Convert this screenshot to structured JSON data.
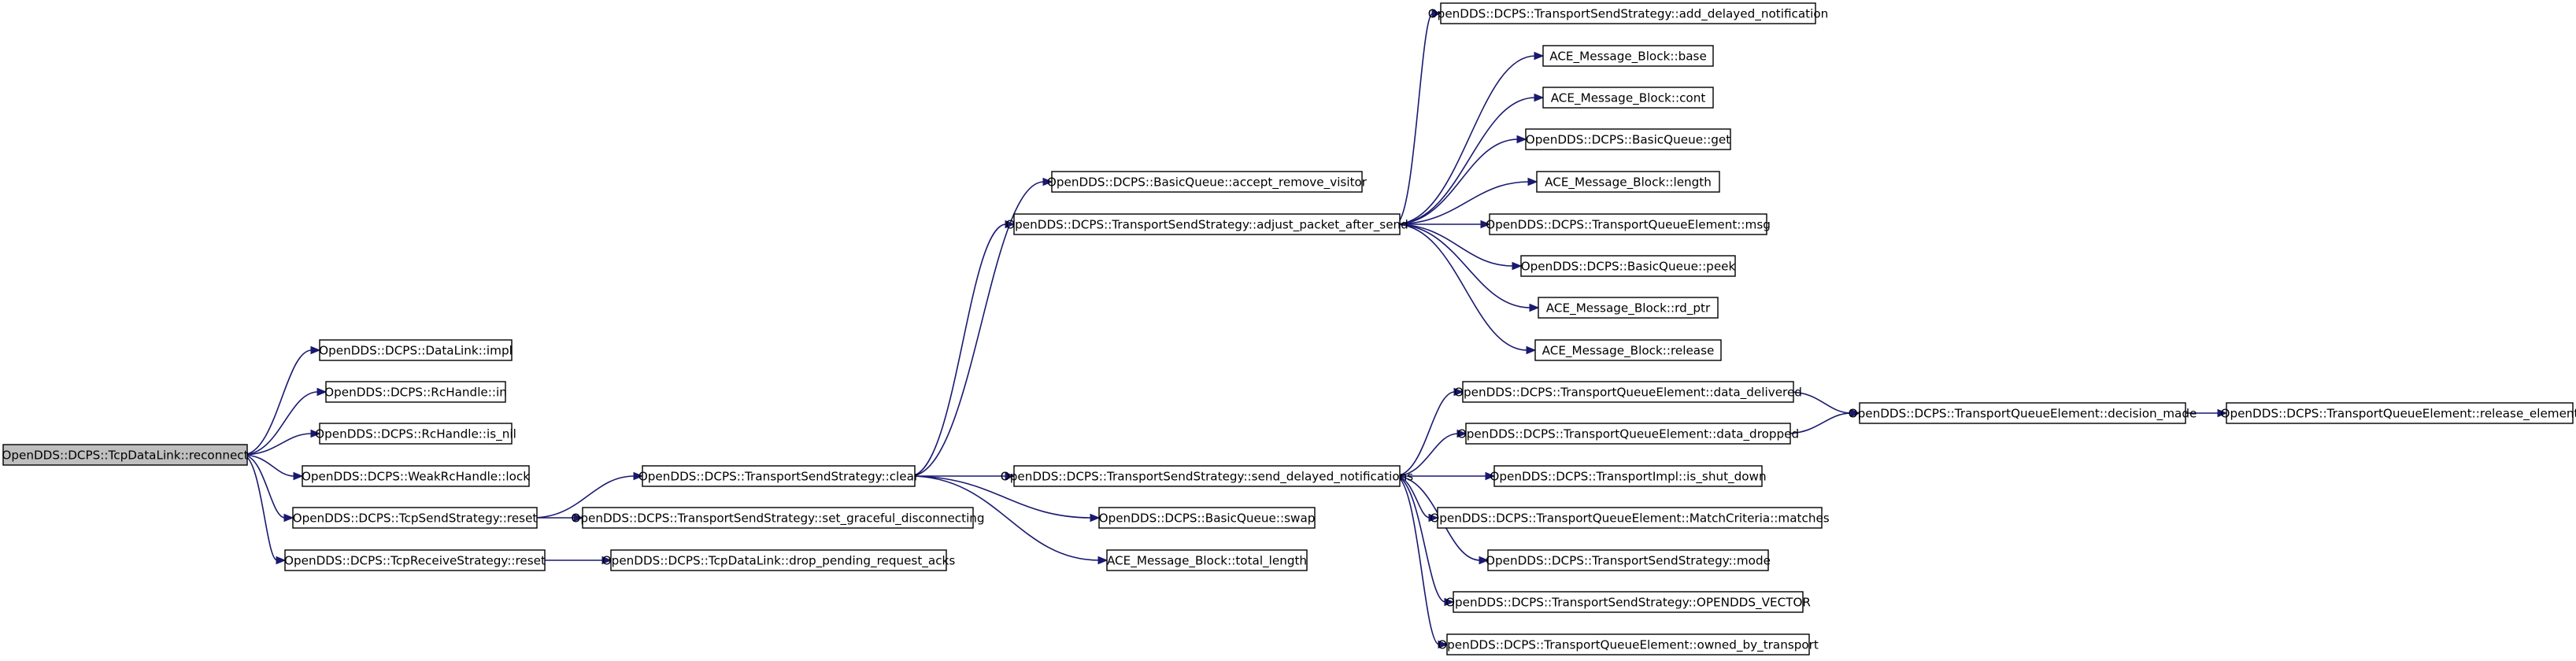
{
  "nodes": {
    "tcpdatalink_reconnect": {
      "label": "OpenDDS::DCPS::TcpDataLink::reconnect",
      "root": true
    },
    "datalink_impl": {
      "label": "OpenDDS::DCPS::DataLink::impl"
    },
    "rchandle_in": {
      "label": "OpenDDS::DCPS::RcHandle::in"
    },
    "rchandle_is_nil": {
      "label": "OpenDDS::DCPS::RcHandle::is_nil"
    },
    "weakrchandle_lock": {
      "label": "OpenDDS::DCPS::WeakRcHandle::lock"
    },
    "tcpsendstrategy_reset": {
      "label": "OpenDDS::DCPS::TcpSendStrategy::reset"
    },
    "tcpreceivestrategy_reset": {
      "label": "OpenDDS::DCPS::TcpReceiveStrategy::reset"
    },
    "transportsendstrategy_clear": {
      "label": "OpenDDS::DCPS::TransportSendStrategy::clear"
    },
    "set_graceful_disconnecting": {
      "label": "OpenDDS::DCPS::TransportSendStrategy::set_graceful_disconnecting"
    },
    "drop_pending_request_acks": {
      "label": "OpenDDS::DCPS::TcpDataLink::drop_pending_request_acks"
    },
    "accept_remove_visitor": {
      "label": "OpenDDS::DCPS::BasicQueue::accept_remove_visitor"
    },
    "adjust_packet_after_send": {
      "label": "OpenDDS::DCPS::TransportSendStrategy::adjust_packet_after_send"
    },
    "send_delayed_notifications": {
      "label": "OpenDDS::DCPS::TransportSendStrategy::send_delayed_notifications"
    },
    "basicqueue_swap": {
      "label": "OpenDDS::DCPS::BasicQueue::swap"
    },
    "total_length": {
      "label": "ACE_Message_Block::total_length"
    },
    "add_delayed_notification": {
      "label": "OpenDDS::DCPS::TransportSendStrategy::add_delayed_notification"
    },
    "mb_base": {
      "label": "ACE_Message_Block::base"
    },
    "mb_cont": {
      "label": "ACE_Message_Block::cont"
    },
    "basicqueue_get": {
      "label": "OpenDDS::DCPS::BasicQueue::get"
    },
    "mb_length": {
      "label": "ACE_Message_Block::length"
    },
    "tqe_msg": {
      "label": "OpenDDS::DCPS::TransportQueueElement::msg"
    },
    "basicqueue_peek": {
      "label": "OpenDDS::DCPS::BasicQueue::peek"
    },
    "mb_rd_ptr": {
      "label": "ACE_Message_Block::rd_ptr"
    },
    "mb_release": {
      "label": "ACE_Message_Block::release"
    },
    "data_delivered": {
      "label": "OpenDDS::DCPS::TransportQueueElement::data_delivered"
    },
    "data_dropped": {
      "label": "OpenDDS::DCPS::TransportQueueElement::data_dropped"
    },
    "is_shut_down": {
      "label": "OpenDDS::DCPS::TransportImpl::is_shut_down"
    },
    "matchcriteria_matches": {
      "label": "OpenDDS::DCPS::TransportQueueElement::MatchCriteria::matches"
    },
    "transportsendstrategy_mode": {
      "label": "OpenDDS::DCPS::TransportSendStrategy::mode"
    },
    "opendds_vector": {
      "label": "OpenDDS::DCPS::TransportSendStrategy::OPENDDS_VECTOR"
    },
    "owned_by_transport": {
      "label": "OpenDDS::DCPS::TransportQueueElement::owned_by_transport"
    },
    "decision_made": {
      "label": "OpenDDS::DCPS::TransportQueueElement::decision_made"
    },
    "release_element": {
      "label": "OpenDDS::DCPS::TransportQueueElement::release_element"
    }
  },
  "edges": [
    [
      "tcpdatalink_reconnect",
      "datalink_impl"
    ],
    [
      "tcpdatalink_reconnect",
      "rchandle_in"
    ],
    [
      "tcpdatalink_reconnect",
      "rchandle_is_nil"
    ],
    [
      "tcpdatalink_reconnect",
      "weakrchandle_lock"
    ],
    [
      "tcpdatalink_reconnect",
      "tcpsendstrategy_reset"
    ],
    [
      "tcpdatalink_reconnect",
      "tcpreceivestrategy_reset"
    ],
    [
      "tcpsendstrategy_reset",
      "transportsendstrategy_clear"
    ],
    [
      "tcpsendstrategy_reset",
      "set_graceful_disconnecting"
    ],
    [
      "tcpreceivestrategy_reset",
      "drop_pending_request_acks"
    ],
    [
      "transportsendstrategy_clear",
      "accept_remove_visitor"
    ],
    [
      "transportsendstrategy_clear",
      "adjust_packet_after_send"
    ],
    [
      "transportsendstrategy_clear",
      "send_delayed_notifications"
    ],
    [
      "transportsendstrategy_clear",
      "basicqueue_swap"
    ],
    [
      "transportsendstrategy_clear",
      "total_length"
    ],
    [
      "adjust_packet_after_send",
      "add_delayed_notification"
    ],
    [
      "adjust_packet_after_send",
      "mb_base"
    ],
    [
      "adjust_packet_after_send",
      "mb_cont"
    ],
    [
      "adjust_packet_after_send",
      "basicqueue_get"
    ],
    [
      "adjust_packet_after_send",
      "mb_length"
    ],
    [
      "adjust_packet_after_send",
      "tqe_msg"
    ],
    [
      "adjust_packet_after_send",
      "basicqueue_peek"
    ],
    [
      "adjust_packet_after_send",
      "mb_rd_ptr"
    ],
    [
      "adjust_packet_after_send",
      "mb_release"
    ],
    [
      "send_delayed_notifications",
      "data_delivered"
    ],
    [
      "send_delayed_notifications",
      "data_dropped"
    ],
    [
      "send_delayed_notifications",
      "is_shut_down"
    ],
    [
      "send_delayed_notifications",
      "matchcriteria_matches"
    ],
    [
      "send_delayed_notifications",
      "transportsendstrategy_mode"
    ],
    [
      "send_delayed_notifications",
      "opendds_vector"
    ],
    [
      "send_delayed_notifications",
      "owned_by_transport"
    ],
    [
      "data_delivered",
      "decision_made"
    ],
    [
      "data_dropped",
      "decision_made"
    ],
    [
      "decision_made",
      "release_element"
    ]
  ]
}
